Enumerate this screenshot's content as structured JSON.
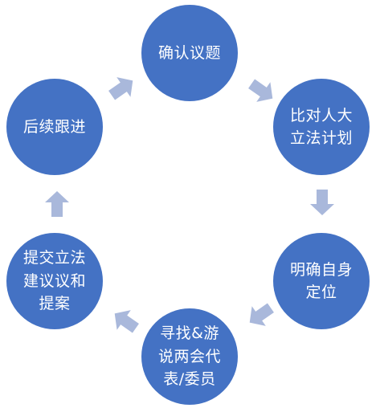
{
  "diagram": {
    "colors": {
      "node_fill": "#4472c4",
      "node_text": "#ffffff",
      "arrow_fill": "#a9b8db"
    },
    "nodes": [
      {
        "id": "confirm",
        "label": "确认议题"
      },
      {
        "id": "compare",
        "label": "比对人大\n立法计划"
      },
      {
        "id": "position",
        "label": "明确自身\n定位"
      },
      {
        "id": "lobby",
        "label": "寻找&游\n说两会代\n表/委员"
      },
      {
        "id": "propose",
        "label": "提交立法\n建议议和\n提案"
      },
      {
        "id": "followup",
        "label": "后续跟进"
      }
    ],
    "flow": [
      "confirm",
      "compare",
      "position",
      "lobby",
      "propose",
      "followup",
      "confirm"
    ]
  }
}
